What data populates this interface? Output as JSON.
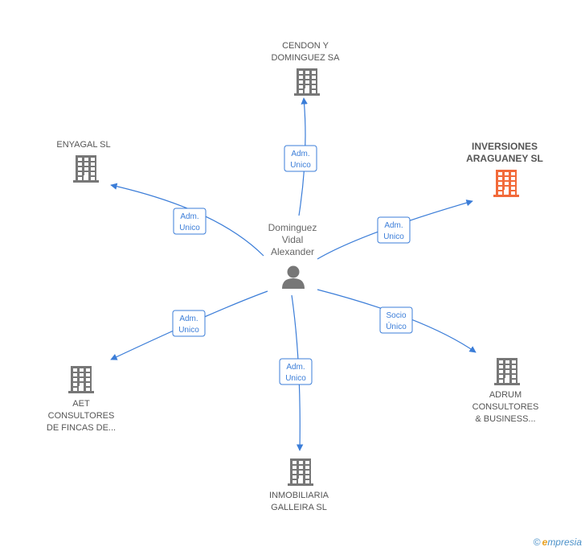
{
  "center": {
    "name_lines": [
      "Dominguez",
      "Vidal",
      "Alexander"
    ],
    "icon": "person-icon"
  },
  "nodes": [
    {
      "id": "cendon",
      "lines": [
        "CENDON Y",
        "DOMINGUEZ SA"
      ],
      "relation": [
        "Adm.",
        "Unico"
      ],
      "color": "#777777",
      "highlight": false
    },
    {
      "id": "enyagal",
      "lines": [
        "ENYAGAL SL"
      ],
      "relation": [
        "Adm.",
        "Unico"
      ],
      "color": "#777777",
      "highlight": false
    },
    {
      "id": "inversiones",
      "lines": [
        "INVERSIONES",
        "ARAGUANEY SL"
      ],
      "relation": [
        "Adm.",
        "Unico"
      ],
      "color": "#f26a3a",
      "highlight": true
    },
    {
      "id": "aet",
      "lines": [
        "AET",
        "CONSULTORES",
        "DE FINCAS DE..."
      ],
      "relation": [
        "Adm.",
        "Unico"
      ],
      "color": "#777777",
      "highlight": false
    },
    {
      "id": "adrum",
      "lines": [
        "ADRUM",
        "CONSULTORES",
        "& BUSINESS..."
      ],
      "relation": [
        "Socio",
        "Único"
      ],
      "color": "#777777",
      "highlight": false
    },
    {
      "id": "inmobiliaria",
      "lines": [
        "INMOBILIARIA",
        "GALLEIRA SL"
      ],
      "relation": [
        "Adm.",
        "Unico"
      ],
      "color": "#777777",
      "highlight": false
    }
  ],
  "footer": {
    "copyright": "©",
    "brand_initial": "e",
    "brand_rest": "mpresia"
  },
  "colors": {
    "edge": "#3b7dd8",
    "building": "#777777",
    "highlight": "#f26a3a",
    "person": "#777777"
  }
}
